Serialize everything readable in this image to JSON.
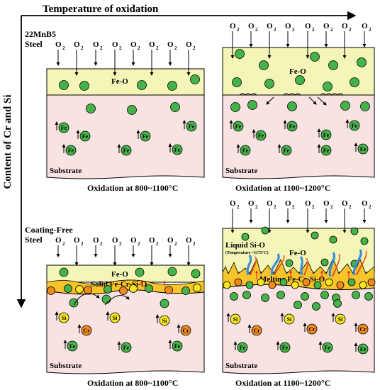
{
  "axes": {
    "x_label": "Temperature of oxidation",
    "y_label": "Content of Cr and Si"
  },
  "panels": {
    "top_left": {
      "steel_label_line1": "22MnB5",
      "steel_label_line2": "Steel",
      "scale_label": "Fe-O",
      "substrate_label": "Substrate",
      "caption": "Oxidation at 800~1100°C"
    },
    "top_right": {
      "scale_label": "Fe-O",
      "substrate_label": "Substrate",
      "caption": "Oxidation at 1100~1200°C"
    },
    "bottom_left": {
      "steel_label_line1": "Coating-Free",
      "steel_label_line2": "Steel",
      "scale_label": "Fe-O",
      "interface_label": "Solid Fe-Cr-Si-O",
      "substrate_label": "Substrate",
      "caption": "Oxidation at 800~1100°C"
    },
    "bottom_right": {
      "liquid_label": "Liquid Si-O",
      "liquid_note": "(Temperature >1173°C)",
      "scale_label": "Fe-O",
      "interface_label": "Melting Fe-Cr-Si-O",
      "substrate_label": "Substrate",
      "caption": "Oxidation at 1100~1200°C"
    }
  },
  "species": {
    "oxygen": "O",
    "oxygen_subscript": "2",
    "iron": "Fe",
    "silicon": "Si",
    "chromium": "Cr"
  },
  "colors": {
    "scale_fill": "#f4f6b8",
    "substrate_fill": "#f8e2e2",
    "particle_green": "#46b34a",
    "particle_yellow": "#f5e522",
    "particle_orange": "#f08a1c",
    "interface_yellow": "#f7c52a",
    "liquid_blue": "#3b8fd8",
    "red_arrow": "#e0231c"
  }
}
